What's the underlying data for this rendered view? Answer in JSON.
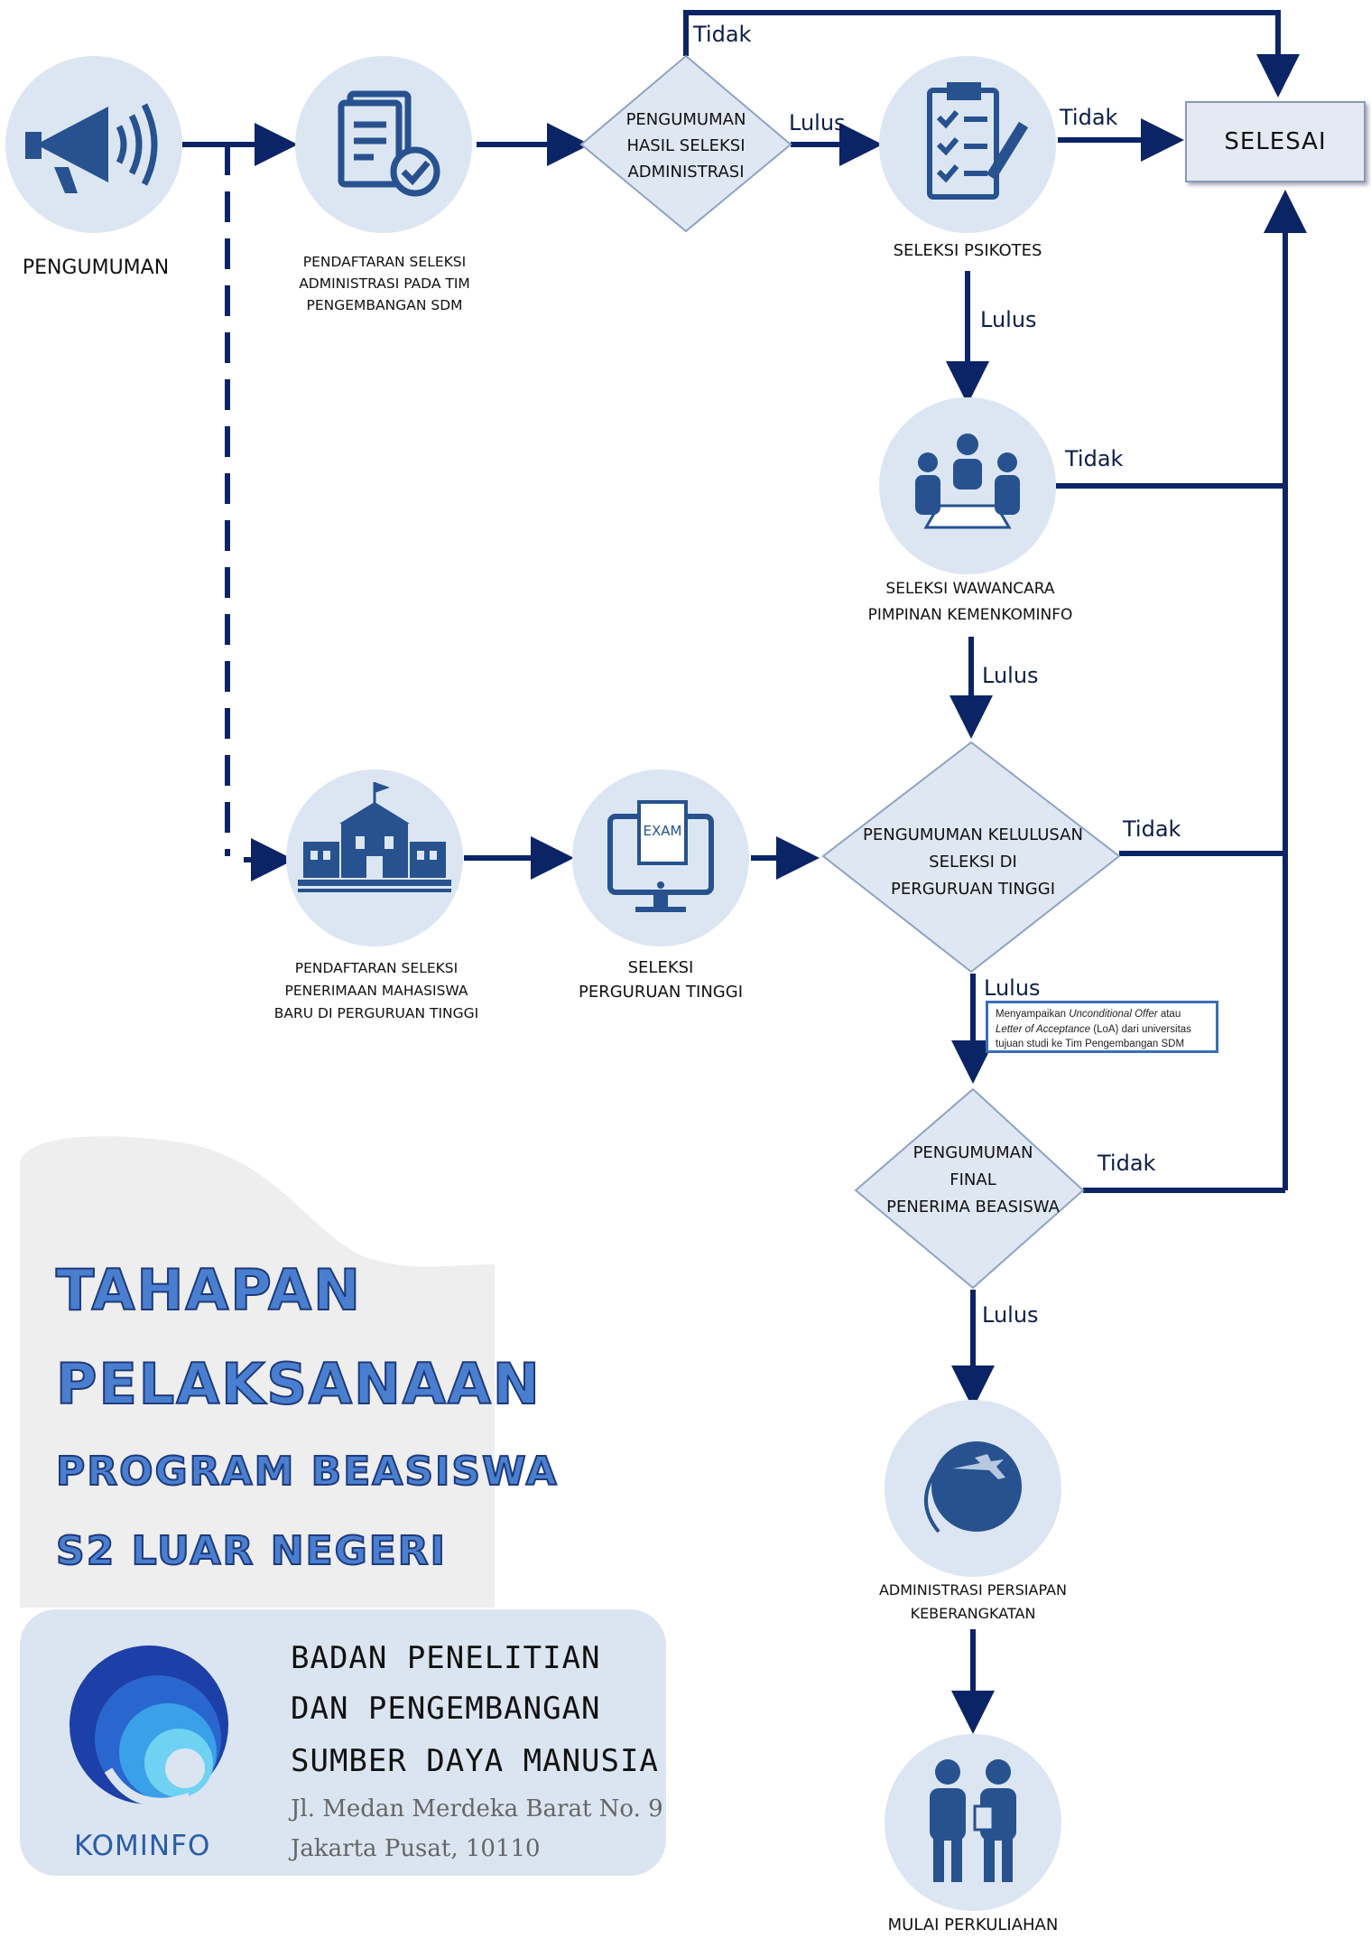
{
  "nodes": {
    "pengumuman": "PENGUMUMAN",
    "pendaftaran_admin": [
      "PENDAFTARAN SELEKSI",
      "ADMINISTRASI PADA TIM",
      "PENGEMBANGAN SDM"
    ],
    "hasil_admin": [
      "PENGUMUMAN",
      "HASIL SELEKSI",
      "ADMINISTRASI"
    ],
    "psikotes": "SELEKSI PSIKOTES",
    "selesai": "SELESAI",
    "wawancara": [
      "SELEKSI WAWANCARA",
      "PIMPINAN KEMENKOMINFO"
    ],
    "pendaftaran_pt": [
      "PENDAFTARAN SELEKSI",
      "PENERIMAAN MAHASISWA",
      "BARU DI PERGURUAN TINGGI"
    ],
    "seleksi_pt": [
      "SELEKSI",
      "PERGURUAN TINGGI"
    ],
    "kelulusan_pt": [
      "PENGUMUMAN KELULUSAN",
      "SELEKSI DI",
      "PERGURUAN TINGGI"
    ],
    "final": [
      "PENGUMUMAN",
      "FINAL",
      "PENERIMA BEASISWA"
    ],
    "administrasi": [
      "ADMINISTRASI PERSIAPAN",
      "KEBERANGKATAN"
    ],
    "mulai": "MULAI PERKULIAHAN"
  },
  "edges": {
    "lulus": "Lulus",
    "tidak": "Tidak"
  },
  "note": {
    "part1": "Menyampaikan ",
    "italic1": "Unconditional Offer",
    "part2": " atau ",
    "italic2": "Letter of Acceptance",
    "part3": " (LoA) dari universitas tujuan studi ke Tim Pengembangan SDM"
  },
  "title": {
    "line1": "TAHAPAN",
    "line2": "PELAKSANAAN",
    "line3": "PROGRAM BEASISWA",
    "line4": "S2 LUAR NEGERI"
  },
  "org": {
    "line1": "BADAN PENELITIAN",
    "line2": "DAN PENGEMBANGAN",
    "line3": "SUMBER DAYA MANUSIA",
    "address1": "Jl. Medan Merdeka Barat No. 9",
    "address2": "Jakarta Pusat, 10110",
    "logo_text": "KOMINFO"
  },
  "colors": {
    "arrow": "#0b2466",
    "node_fill": "#dce6f3",
    "icon": "#27528f",
    "title_fill": "#4a7fd0",
    "panel": "#f0f0f0",
    "org_panel": "#dce6f3"
  },
  "icons": [
    "megaphone-icon",
    "clipboard-check-icon",
    "checklist-pen-icon",
    "meeting-icon",
    "university-building-icon",
    "exam-monitor-icon",
    "globe-plane-icon",
    "students-icon",
    "kominfo-logo"
  ]
}
